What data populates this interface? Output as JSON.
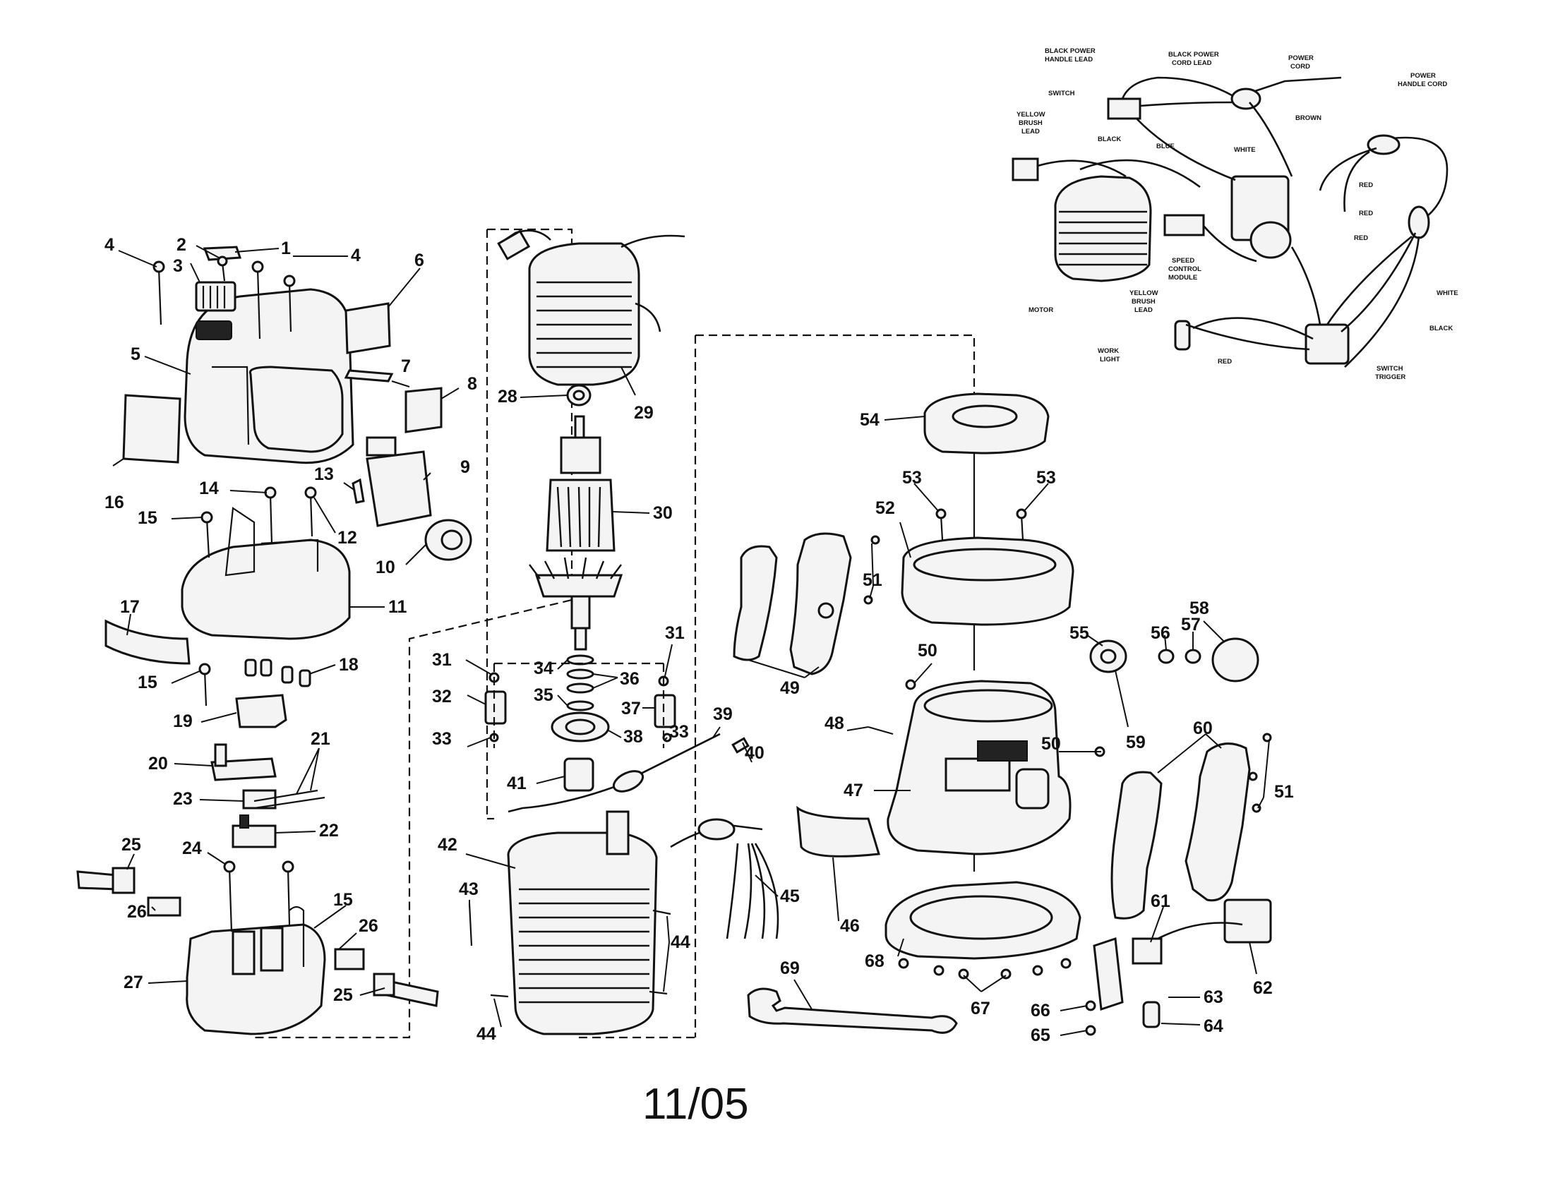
{
  "date_code": "11/05",
  "part_numbers": [
    "1",
    "2",
    "3",
    "4",
    "4",
    "5",
    "6",
    "7",
    "8",
    "9",
    "10",
    "11",
    "12",
    "13",
    "14",
    "15",
    "15",
    "15",
    "16",
    "17",
    "18",
    "19",
    "20",
    "21",
    "22",
    "23",
    "24",
    "25",
    "25",
    "26",
    "26",
    "27",
    "28",
    "29",
    "30",
    "31",
    "31",
    "32",
    "33",
    "33",
    "34",
    "35",
    "36",
    "37",
    "38",
    "39",
    "40",
    "41",
    "42",
    "43",
    "44",
    "44",
    "45",
    "46",
    "47",
    "48",
    "49",
    "50",
    "50",
    "51",
    "51",
    "52",
    "53",
    "53",
    "54",
    "55",
    "56",
    "57",
    "58",
    "59",
    "60",
    "61",
    "62",
    "63",
    "64",
    "65",
    "66",
    "67",
    "68",
    "69"
  ],
  "wiring_labels": {
    "black_power_handle_lead": [
      "BLACK POWER",
      "HANDLE LEAD"
    ],
    "black_power_cord_lead": [
      "BLACK POWER",
      "CORD LEAD"
    ],
    "power_cord": [
      "POWER",
      "CORD"
    ],
    "power_handle_cord": [
      "POWER",
      "HANDLE CORD"
    ],
    "switch": "SWITCH",
    "yellow_brush_lead_1": [
      "YELLOW",
      "BRUSH",
      "LEAD"
    ],
    "black": "BLACK",
    "blue": "BLUE",
    "white": "WHITE",
    "brown": "BROWN",
    "red": "RED",
    "speed_control_module": [
      "SPEED",
      "CONTROL",
      "MODULE"
    ],
    "yellow_brush_lead_2": [
      "YELLOW",
      "BRUSH",
      "LEAD"
    ],
    "motor": "MOTOR",
    "work_light": [
      "WORK",
      "LIGHT"
    ],
    "switch_trigger": [
      "SWITCH",
      "TRIGGER"
    ]
  }
}
